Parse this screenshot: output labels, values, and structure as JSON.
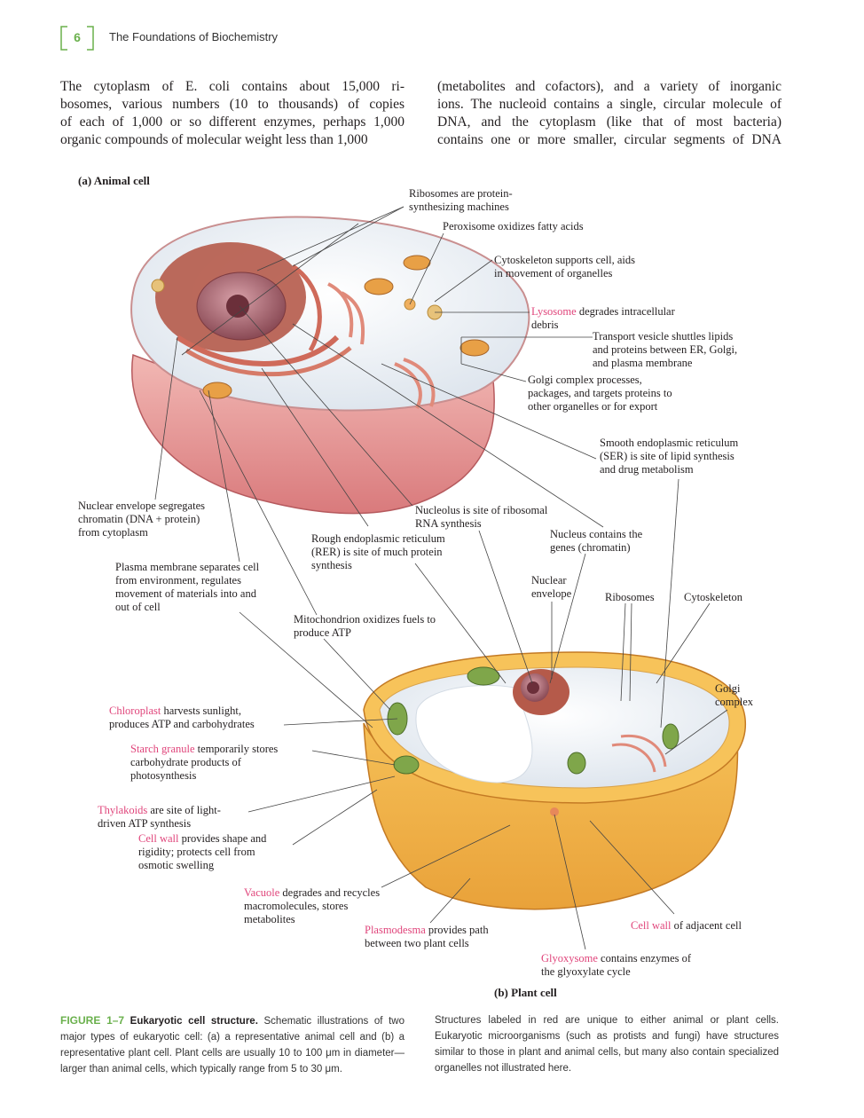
{
  "header": {
    "page_number": "6",
    "running_title": "The Foundations of Biochemistry"
  },
  "body_text": {
    "left": [
      "The cytoplasm of E. coli contains about 15,000 ri-",
      "bosomes, various numbers (10 to thousands) of copies",
      "of each of 1,000 or so different enzymes, perhaps 1,000",
      "organic compounds of molecular weight less than 1,000"
    ],
    "right": [
      "(metabolites and cofactors), and a variety of inorganic",
      "ions. The nucleoid contains a single, circular molecule of",
      "DNA, and the cytoplasm (like that of most bacteria)",
      "contains one or more smaller, circular segments of DNA"
    ]
  },
  "panels": {
    "a": "(a) Animal cell",
    "b": "(b) Plant cell"
  },
  "labels": {
    "ribosomes": [
      "Ribosomes are protein-",
      "synthesizing machines"
    ],
    "peroxisome": "Peroxisome oxidizes fatty acids",
    "cytoskeleton": [
      "Cytoskeleton supports cell, aids",
      "in movement of organelles"
    ],
    "lysosome_red": "Lysosome",
    "lysosome": [
      " degrades intracellular",
      "debris"
    ],
    "transport": [
      "Transport vesicle shuttles lipids",
      "and proteins between ER, Golgi,",
      "and plasma membrane"
    ],
    "golgi": [
      "Golgi complex processes,",
      "packages, and targets proteins to",
      "other organelles or for export"
    ],
    "ser": [
      "Smooth endoplasmic reticulum",
      "(SER) is site of lipid synthesis",
      "and drug metabolism"
    ],
    "nuclear_env": [
      "Nuclear envelope segregates",
      "chromatin (DNA + protein)",
      "from cytoplasm"
    ],
    "nucleolus": [
      "Nucleolus is site of ribosomal",
      "RNA synthesis"
    ],
    "rer": [
      "Rough endoplasmic reticulum",
      "(RER) is site of much protein",
      "synthesis"
    ],
    "nucleus": [
      "Nucleus contains the",
      "genes (chromatin)"
    ],
    "plasma": [
      "Plasma membrane separates cell",
      "from environment, regulates",
      "movement of materials into and",
      "out of cell"
    ],
    "nuclear_env_b": [
      "Nuclear",
      "envelope"
    ],
    "ribosomes_b": "Ribosomes",
    "cytoskeleton_b": "Cytoskeleton",
    "mito": [
      "Mitochondrion oxidizes fuels to",
      "produce ATP"
    ],
    "golgi_b": [
      "Golgi",
      "complex"
    ],
    "chloroplast_red": "Chloroplast",
    "chloroplast": [
      " harvests sunlight,",
      "produces ATP and carbohydrates"
    ],
    "starch_red": "Starch granule",
    "starch": [
      " temporarily stores",
      "carbohydrate products of",
      "photosynthesis"
    ],
    "thylakoid_red": "Thylakoids",
    "thylakoid": [
      " are site of light-",
      "driven ATP synthesis"
    ],
    "cellwall_red": "Cell wall",
    "cellwall": [
      " provides shape and",
      "rigidity; protects cell from",
      "osmotic swelling"
    ],
    "vacuole_red": "Vacuole",
    "vacuole": [
      " degrades and recycles",
      "macromolecules, stores",
      "metabolites"
    ],
    "plasmodesma_red": "Plasmodesma",
    "plasmodesma": [
      " provides path",
      "between two plant cells"
    ],
    "adjacent_red": "Cell wall",
    "adjacent": " of adjacent cell",
    "glyoxysome_red": "Glyoxysome",
    "glyoxysome": [
      " contains enzymes of",
      "the glyoxylate cycle"
    ]
  },
  "caption": {
    "figure": "FIGURE 1–7",
    "title": " Eukaryotic cell structure.",
    "left": " Schematic illustrations of two major types of eukaryotic cell: (a) a representative animal cell and (b) a representative plant cell. Plant cells are usually 10 to 100 μm in diameter—larger than animal cells, which typically range from 5 to 30 μm.",
    "right": "Structures labeled in red are unique to either animal or plant cells. Eukaryotic microorganisms (such as protists and fungi) have structures similar to those in plant and animal cells, but many also contain specialized organelles not illustrated here."
  },
  "colors": {
    "accent_green": "#6ab04c",
    "unique_red": "#e0457b"
  }
}
